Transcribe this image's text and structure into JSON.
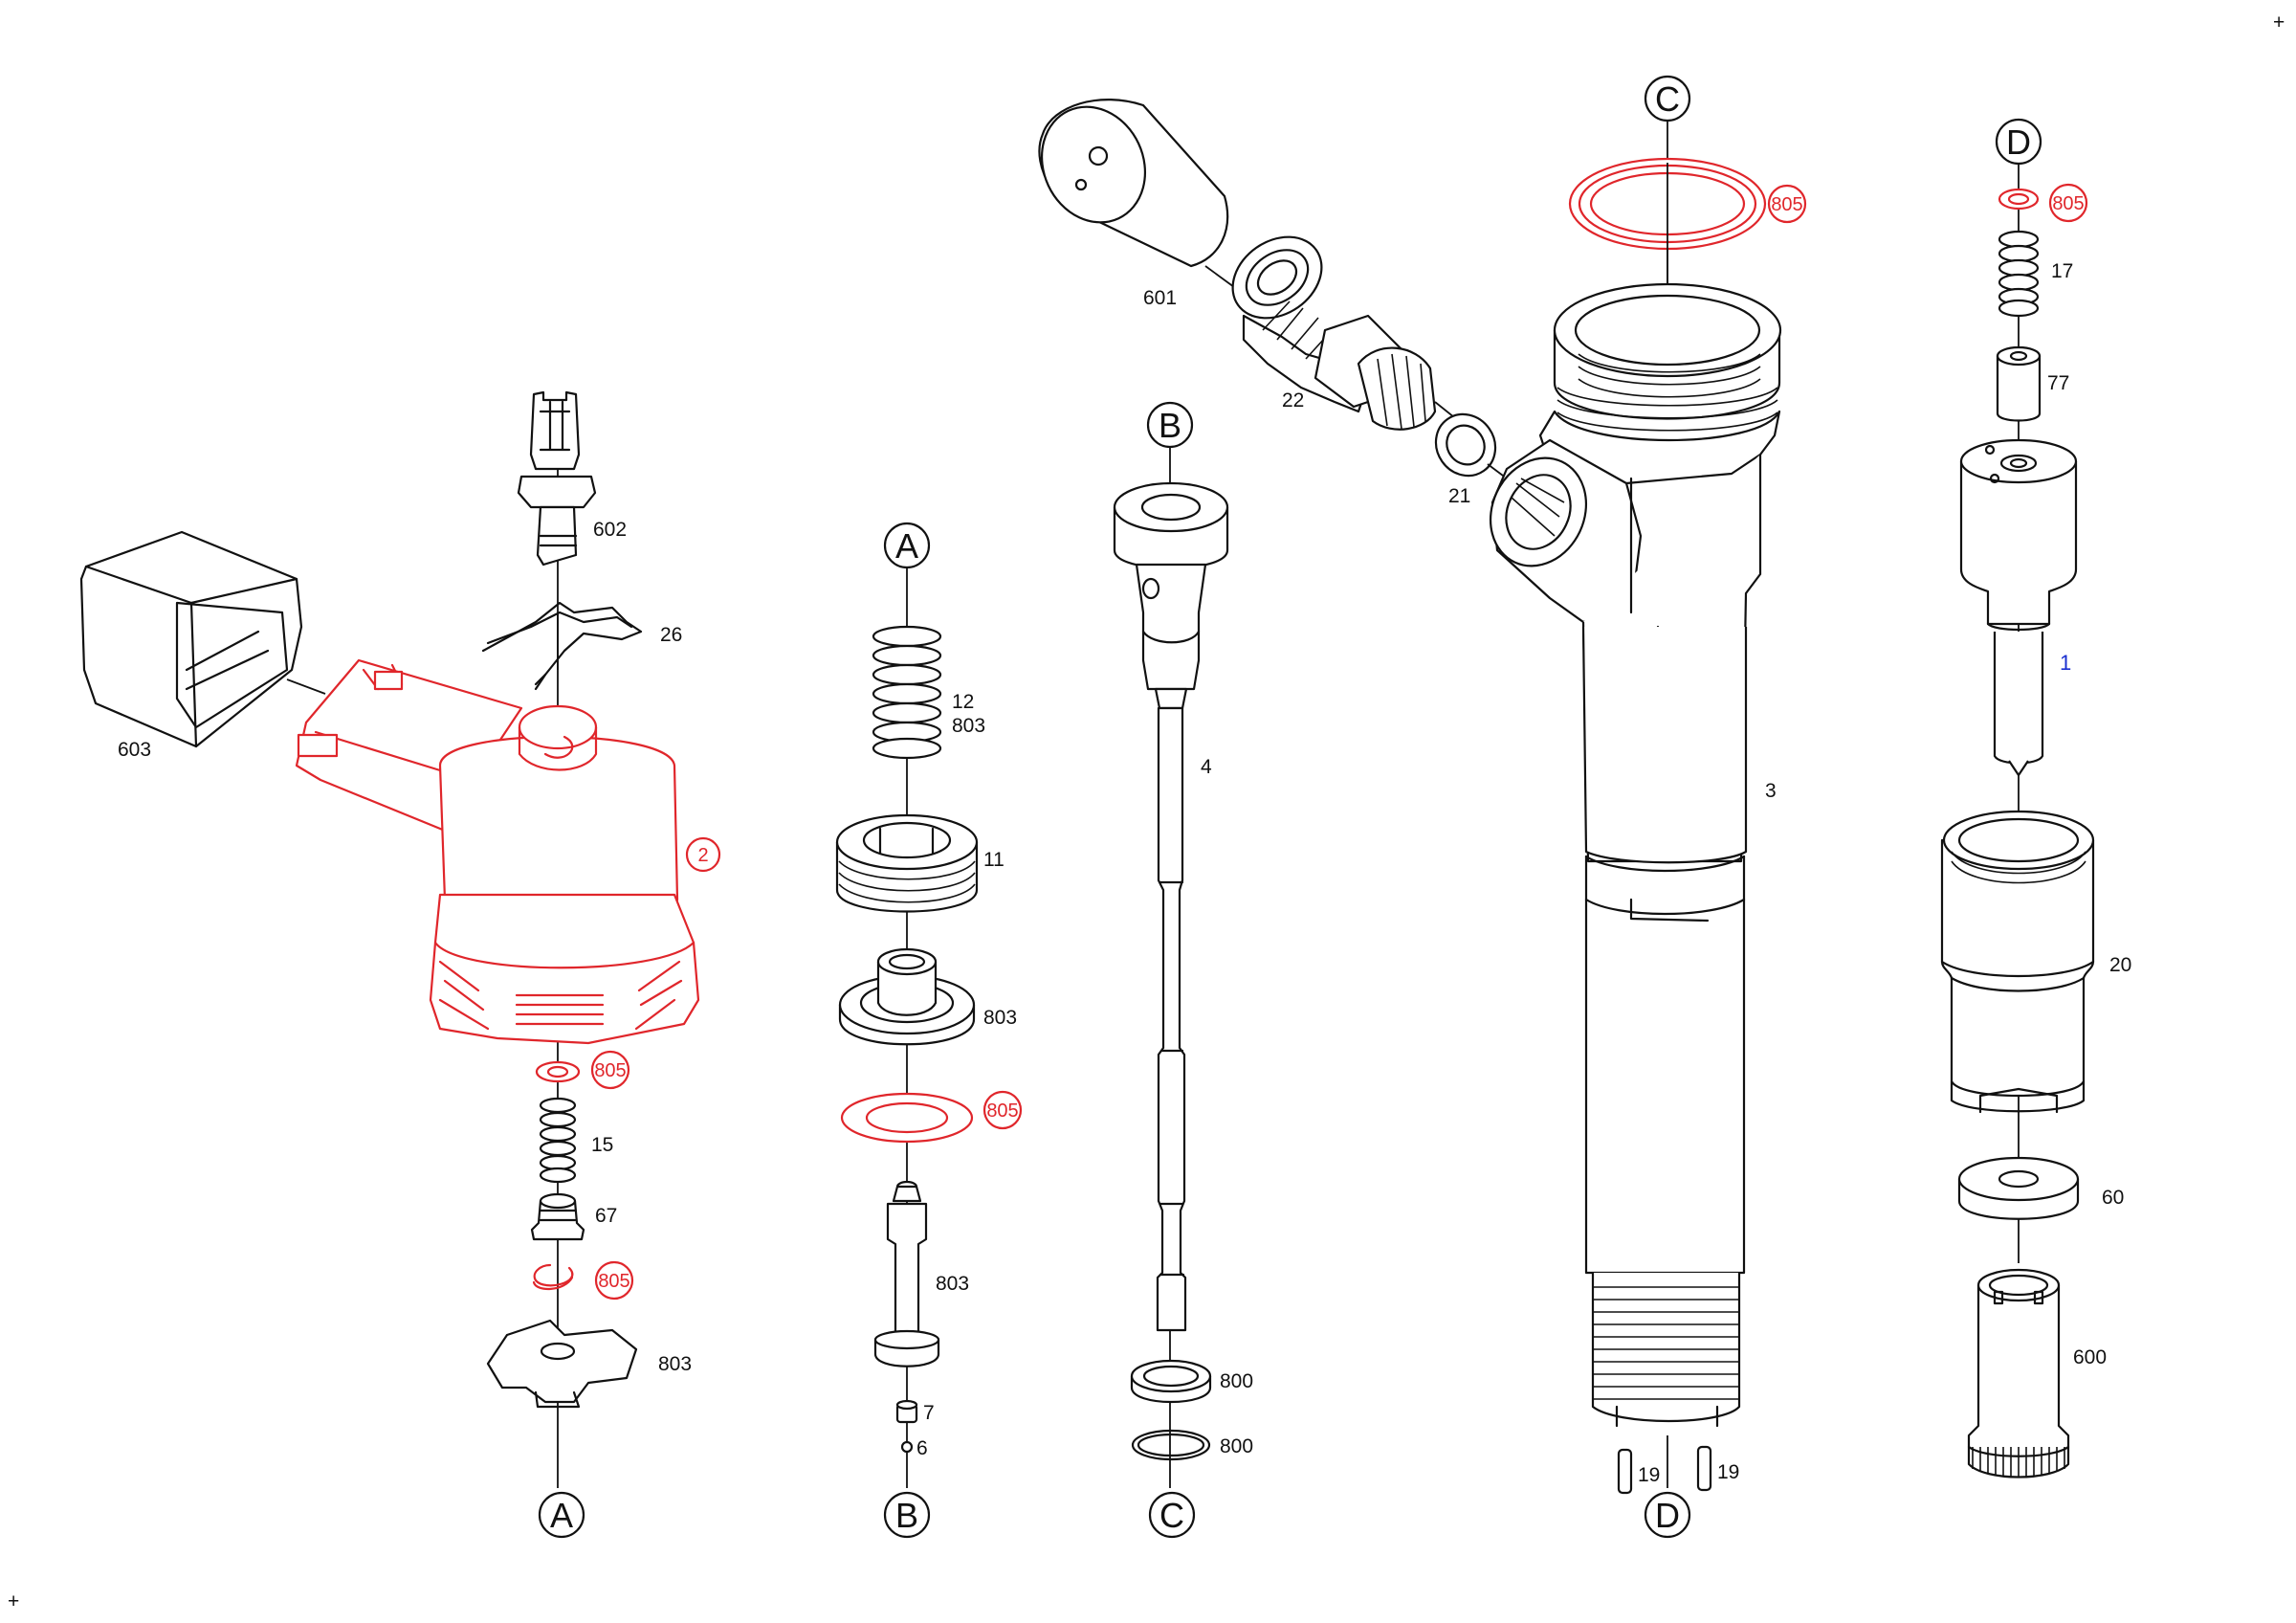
{
  "parts": {
    "p603": "603",
    "p602": "602",
    "p26": "26",
    "p2": "2",
    "p805_a": "805",
    "p15": "15",
    "p67": "67",
    "p805_b": "805",
    "p803_a": "803",
    "p12": "12",
    "p803_b": "803",
    "p11": "11",
    "p803_c": "803",
    "p805_c": "805",
    "p803_d": "803",
    "p7": "7",
    "p6": "6",
    "p601": "601",
    "p22": "22",
    "p21": "21",
    "p4": "4",
    "p800_a": "800",
    "p800_b": "800",
    "p805_d": "805",
    "p3": "3",
    "p19_a": "19",
    "p19_b": "19",
    "p805_e": "805",
    "p17": "17",
    "p77": "77",
    "p1": "1",
    "p20": "20",
    "p60": "60",
    "p600": "600"
  },
  "connectors": {
    "a_top": "A",
    "a_bottom": "A",
    "b_top": "B",
    "b_bottom": "B",
    "c_top": "C",
    "c_bottom": "C",
    "d_top": "D",
    "d_bottom": "D"
  },
  "corner_marks": {
    "top_right": "+",
    "bottom_left": "+"
  },
  "colors": {
    "line": "#111111",
    "highlight_red": "#e0262b",
    "highlight_blue": "#1a2fd0"
  }
}
